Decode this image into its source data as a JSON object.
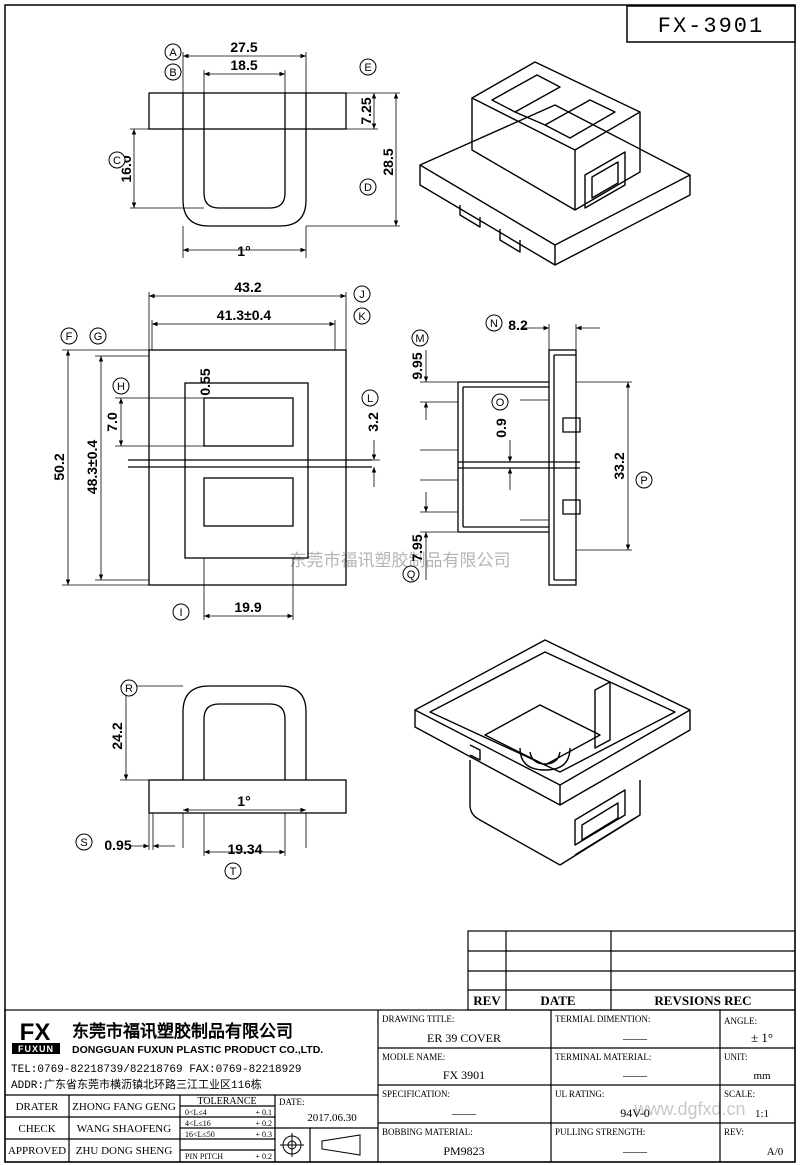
{
  "drawing_number": "FX-3901",
  "watermark": "东莞市福讯塑胶制品有限公司",
  "top_view": {
    "A": "27.5",
    "B": "18.5",
    "C": "16.0",
    "D": "28.5",
    "E": "7.25",
    "angle": "1°",
    "labels": [
      "A",
      "B",
      "C",
      "D",
      "E"
    ]
  },
  "front_view": {
    "overall_width": "43.2",
    "inner_width": "41.3±0.4",
    "height": "50.2",
    "inner_height": "48.3±0.4",
    "h_dim": "7.0",
    "l_dim": "3.2",
    "top_gap": "0.55",
    "bottom_width": "19.9",
    "labels": [
      "F",
      "G",
      "H",
      "I",
      "J",
      "K",
      "L"
    ]
  },
  "side_view": {
    "N": "8.2",
    "M": "9.95",
    "O": "0.9",
    "Q": "7.95",
    "P": "33.2",
    "labels": [
      "M",
      "N",
      "O",
      "P",
      "Q"
    ]
  },
  "bottom_view": {
    "R": "24.2",
    "S": "0.95",
    "T": "19.34",
    "angle": "1°",
    "labels": [
      "R",
      "S",
      "T"
    ]
  },
  "revision_table": {
    "headers": [
      "REV",
      "DATE",
      "REVSIONS REC"
    ]
  },
  "company": {
    "logo_fx": "FX",
    "logo_sub": "FUXUN",
    "name_cn": "东莞市福讯塑胶制品有限公司",
    "name_en": "DONGGUAN FUXUN PLASTIC PRODUCT CO.,LTD.",
    "tel": "TEL:0769-82218739/82218769 FAX:0769-82218929",
    "addr": "ADDR:广东省东莞市横沥镇北环路三江工业区116栋"
  },
  "people": [
    {
      "role": "DRATER",
      "name": "ZHONG FANG GENG"
    },
    {
      "role": "CHECK",
      "name": "WANG SHAOFENG"
    },
    {
      "role": "APPROVED",
      "name": "ZHU DONG SHENG"
    }
  ],
  "tolerance": {
    "header": "TOLERANCE",
    "rows": [
      {
        "range": "0<L≤4",
        "value": "+ 0.1"
      },
      {
        "range": "4<L≤16",
        "value": "+ 0.2"
      },
      {
        "range": "16<L≤50",
        "value": "+ 0.3"
      },
      {
        "range": "PIN PITCH",
        "value": "+ 0.2"
      }
    ]
  },
  "date": {
    "label": "DATE:",
    "value": "2017.06.30"
  },
  "fields": {
    "drawing_title": {
      "label": "DRAWING TITLE:",
      "value": "ER 39 COVER"
    },
    "terminal_dimension": {
      "label": "TERMIAL DIMENTION:",
      "value": "——"
    },
    "angle": {
      "label": "ANGLE:",
      "value": "± 1°"
    },
    "model_name": {
      "label": "MODLE NAME:",
      "value": "FX 3901"
    },
    "terminal_material": {
      "label": "TERMINAL MATERIAL:",
      "value": "——"
    },
    "unit": {
      "label": "UNIT:",
      "value": "mm"
    },
    "specification": {
      "label": "SPECIFICATION:",
      "value": "——"
    },
    "ul_rating": {
      "label": "UL RATING:",
      "value": "94V-0"
    },
    "scale": {
      "label": "SCALE:",
      "value": "1:1"
    },
    "bobbing_material": {
      "label": "BOBBING MATERIAL:",
      "value": "PM9823"
    },
    "pulling_strength": {
      "label": "PULLING STRENGTH:",
      "value": "——"
    },
    "rev": {
      "label": "REV:",
      "value": "A/0"
    }
  },
  "site_watermark": "www.dgfxd.cn"
}
